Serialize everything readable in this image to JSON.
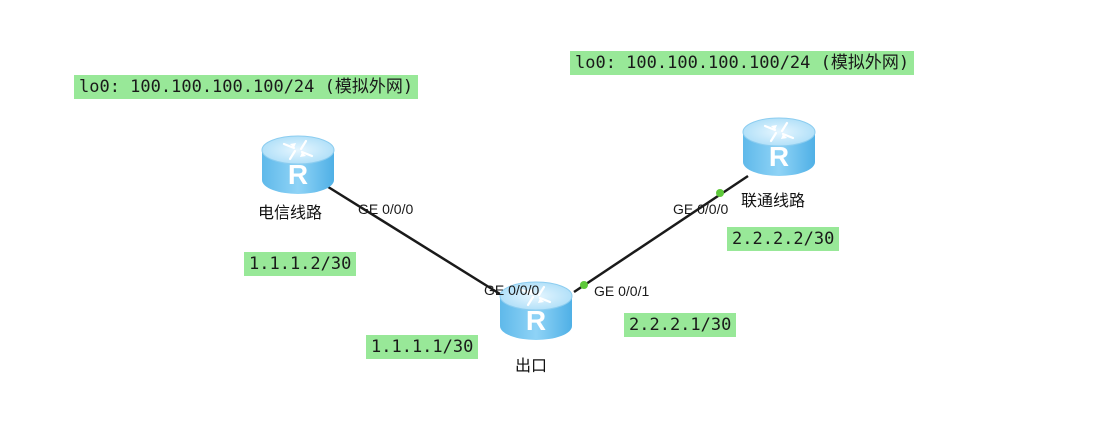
{
  "devices": {
    "telecom": {
      "name": "电信线路",
      "icon": "router-icon"
    },
    "unicom": {
      "name": "联通线路",
      "icon": "router-icon"
    },
    "exit": {
      "name": "出口",
      "icon": "router-icon"
    }
  },
  "ports": {
    "telecom_ge": "GE 0/0/0",
    "unicom_ge": "GE 0/0/0",
    "exit_ge0": "GE 0/0/0",
    "exit_ge1": "GE 0/0/1"
  },
  "notes": {
    "telecom_loopback": "lo0: 100.100.100.100/24 (模拟外网)",
    "unicom_loopback": "lo0: 100.100.100.100/24 (模拟外网)",
    "telecom_ip": "1.1.1.2/30",
    "exit_telecom_ip": "1.1.1.1/30",
    "exit_unicom_ip": "2.2.2.1/30",
    "unicom_ip": "2.2.2.2/30"
  },
  "colors": {
    "note_bg": "#98e898",
    "link": "#1a1a1a",
    "port_dot": "#5ec83a",
    "router_top": "#bfe6fb",
    "router_body": "#6cc3f0"
  }
}
